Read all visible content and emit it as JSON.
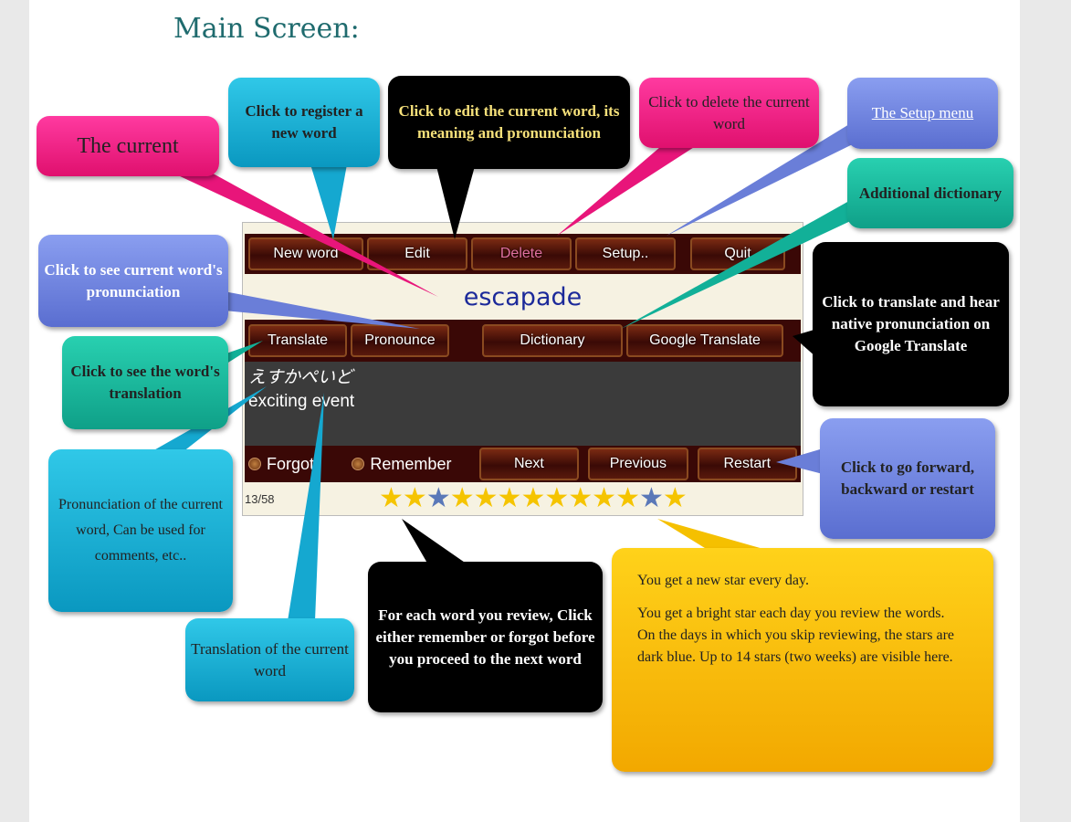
{
  "title": "Main Screen:",
  "app": {
    "top_buttons": [
      "New word",
      "Edit",
      "Delete",
      "Setup..",
      "Quit"
    ],
    "word": "escapade",
    "mid_buttons": [
      "Translate",
      "Pronounce",
      "Dictionary",
      "Google Translate"
    ],
    "pronunciation": "えすかぺいど",
    "translation": "exciting event",
    "radios": [
      "Forgot",
      "Remember"
    ],
    "nav_buttons": [
      "Next",
      "Previous",
      "Restart"
    ],
    "counter": "13/58",
    "stars": [
      "bright",
      "bright",
      "blue",
      "bright",
      "bright",
      "bright",
      "bright",
      "bright",
      "bright",
      "bright",
      "bright",
      "blue",
      "bright"
    ],
    "colors": {
      "bar": "#3a0806",
      "word": "#1c2a9a",
      "bright_star": "#f5c400",
      "blue_star": "#5a78b8"
    }
  },
  "callouts": {
    "current": "The current",
    "register": "Click to register a new word",
    "edit": "Click to edit the current word, its meaning and pronunciation",
    "delete": "Click to delete the current word",
    "setup": "The Setup menu",
    "dictionary": "Additional dictionary",
    "pronounce": "Click to see current word's pronunciation",
    "google": "Click to translate and hear native pronunciation on Google Translate",
    "translate": "Click to see the word's translation",
    "pron_field": "Pronunciation of the current word, Can be used for comments, etc..",
    "nav": "Click to go forward, backward or restart",
    "trans_field": "Translation of the current word",
    "remember": "For each word you review, Click either remember or forgot before you proceed to the next word",
    "stars": [
      "You get a new star every day.",
      "You get a bright star each day you review the words.",
      "On the days in which you skip reviewing, the stars are dark blue. Up to 14 stars (two weeks) are visible here."
    ]
  }
}
